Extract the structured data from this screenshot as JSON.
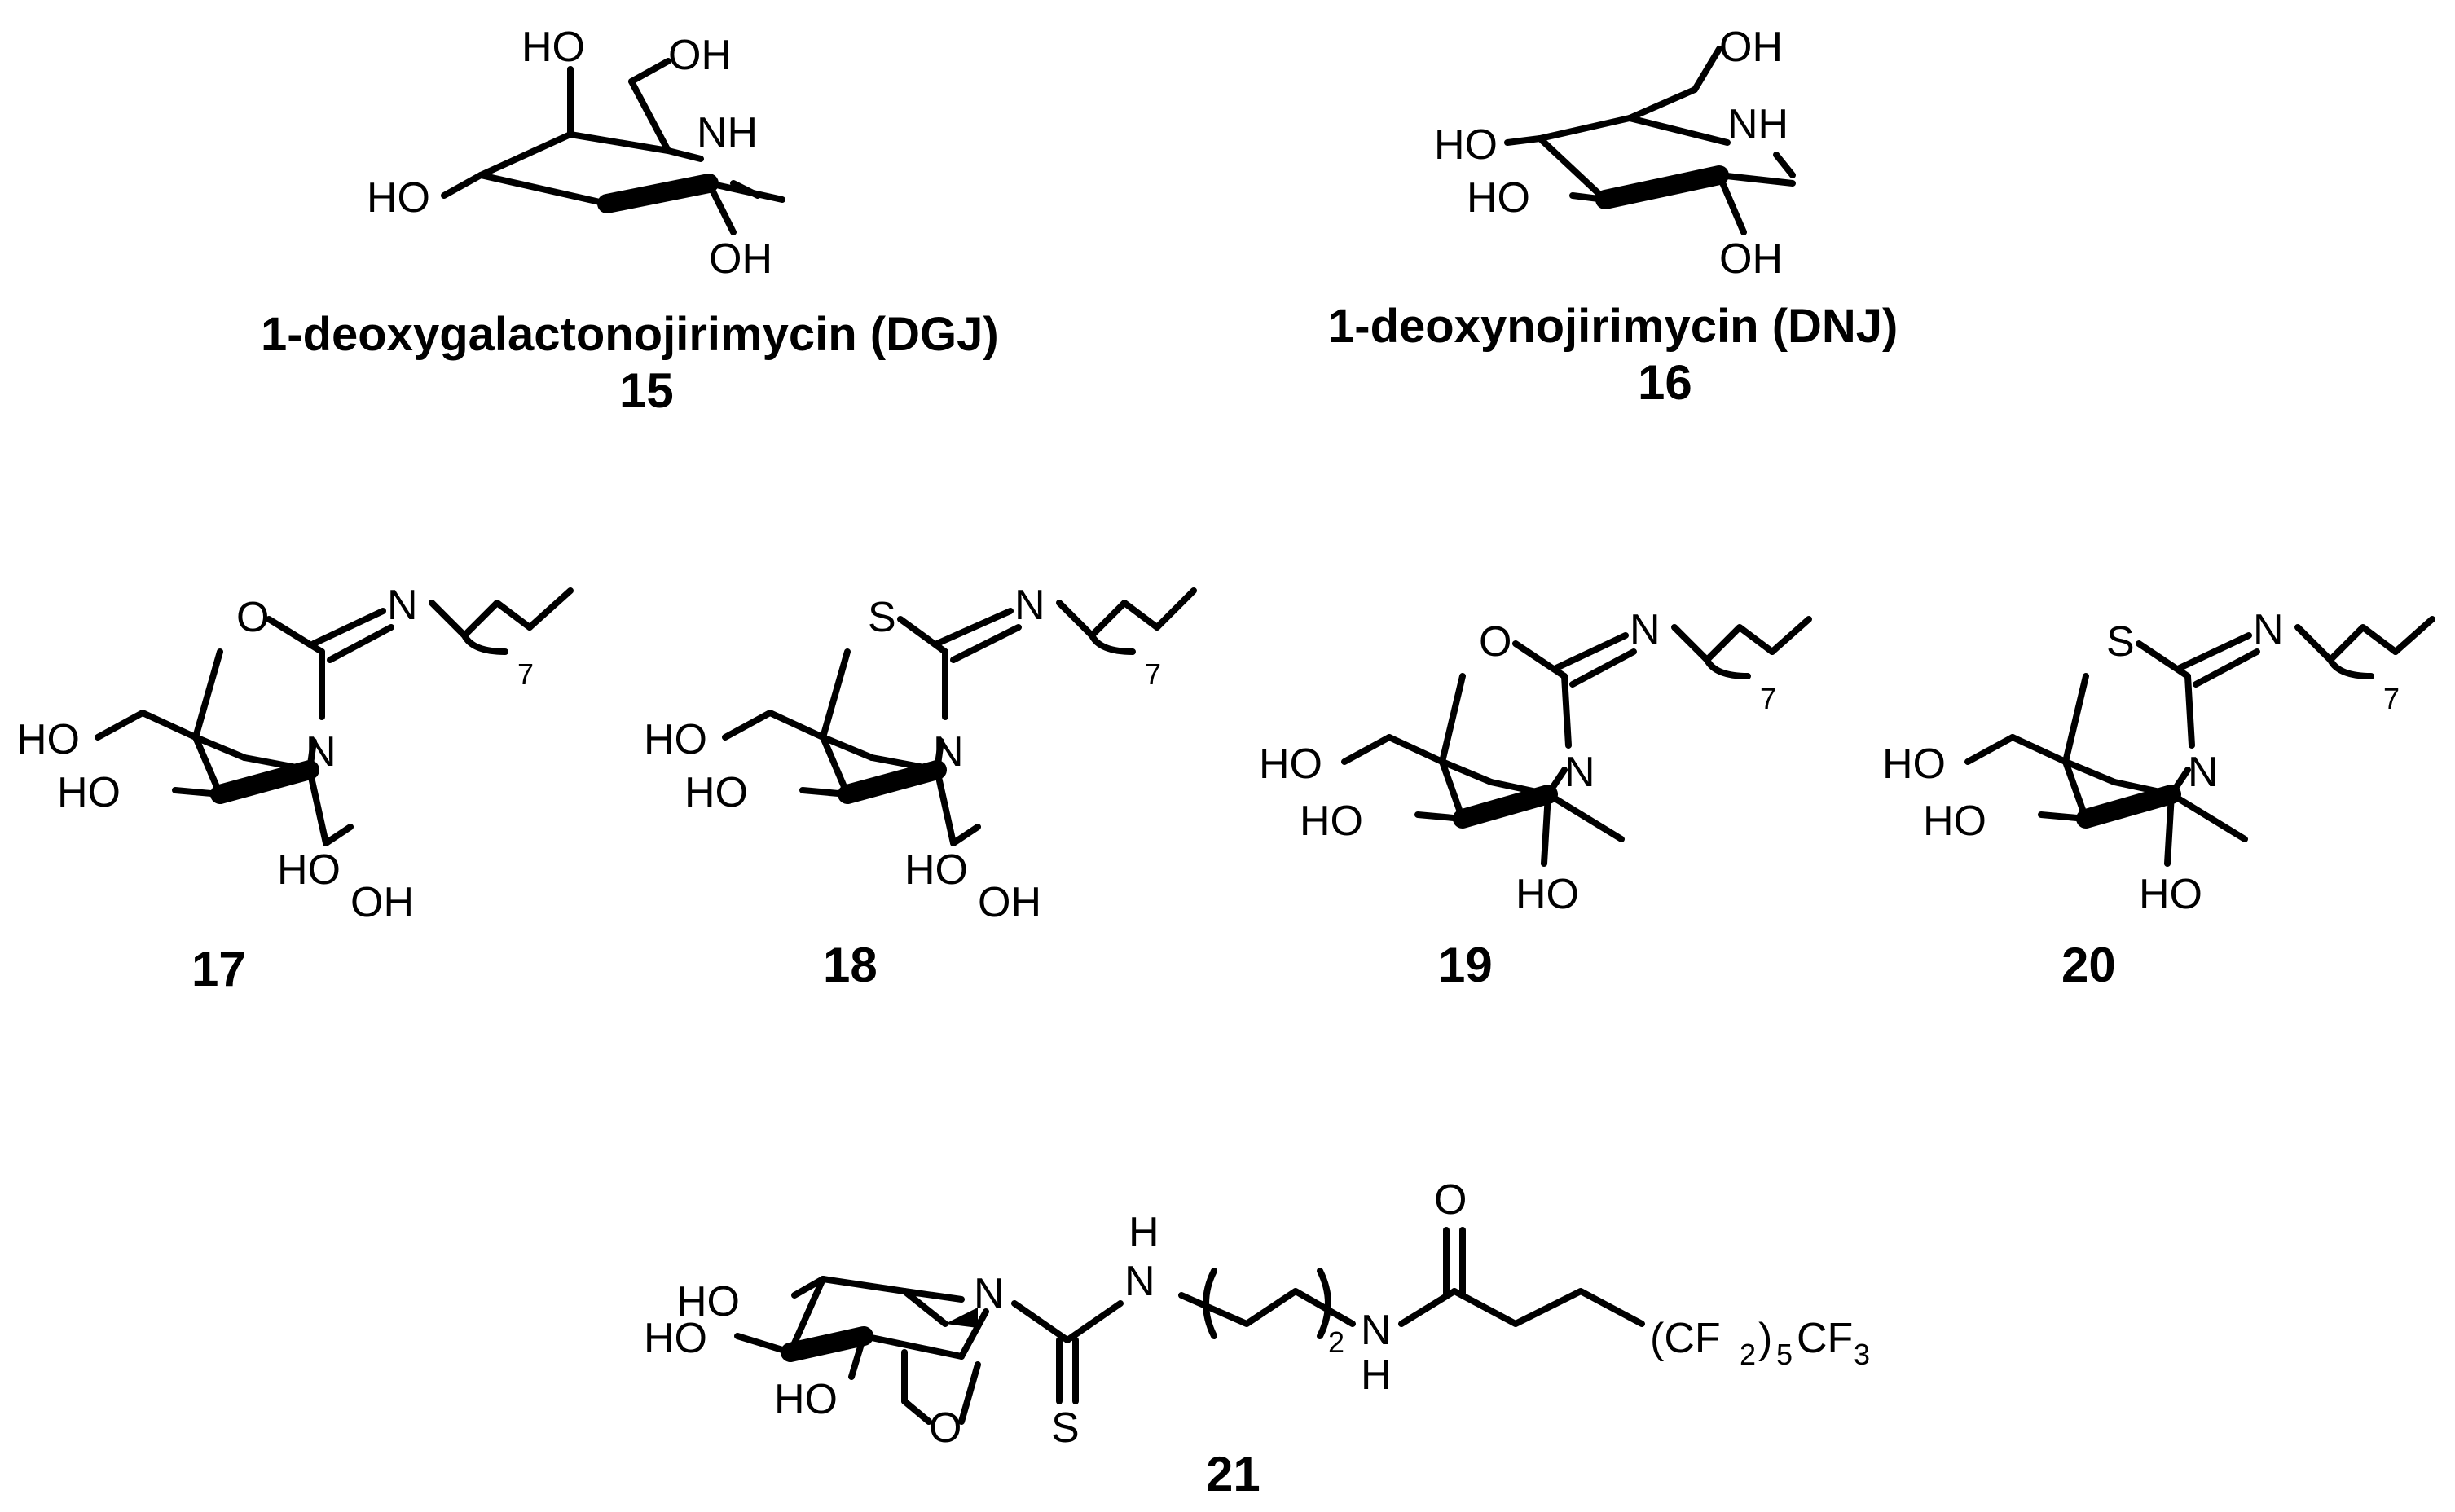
{
  "compounds": [
    {
      "number": "15",
      "name": "1-deoxygalactonojirimycin (DGJ)"
    },
    {
      "number": "16",
      "name": "1-deoxynojirimycin (DNJ)"
    },
    {
      "number": "17",
      "name": ""
    },
    {
      "number": "18",
      "name": ""
    },
    {
      "number": "19",
      "name": ""
    },
    {
      "number": "20",
      "name": ""
    },
    {
      "number": "21",
      "name": ""
    }
  ],
  "atoms": {
    "HO": "HO",
    "OH": "OH",
    "NH": "NH",
    "N": "N",
    "O": "O",
    "S": "S",
    "H": "H",
    "CF_chain_1": "(CF",
    "CF_chain_2": ")",
    "CF_chain_3": "CF",
    "sub_2": "2",
    "sub_3": "3",
    "sub_5": "5",
    "sub_7": "7"
  }
}
